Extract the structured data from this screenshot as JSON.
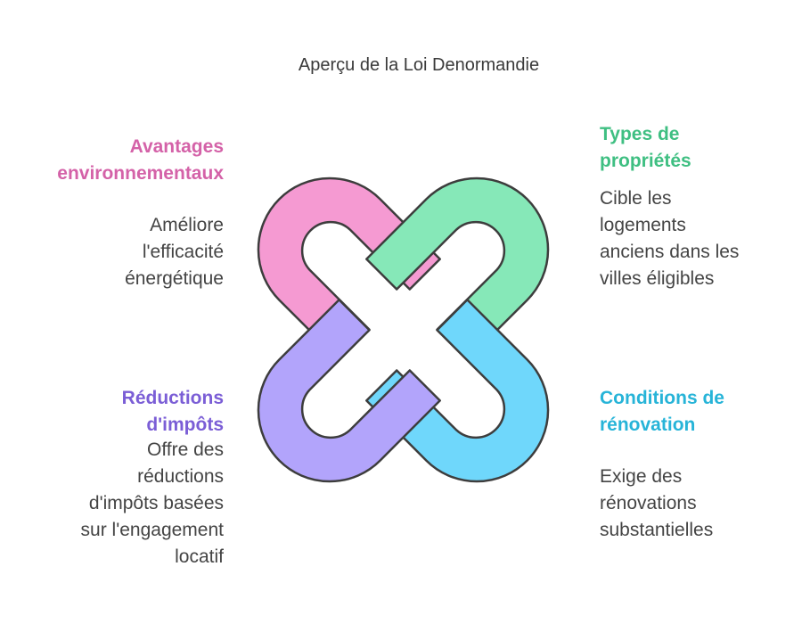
{
  "title": "Aperçu de la Loi Denormandie",
  "colors": {
    "pink": "#f59ad2",
    "green": "#86e8b8",
    "purple": "#b2a4fb",
    "blue": "#6fd7fb",
    "outline": "#3d3d3d",
    "pink_text": "#d462a8",
    "green_text": "#3fbf82",
    "purple_text": "#7b5ed6",
    "blue_text": "#27b4d8"
  },
  "sections": {
    "env": {
      "heading": "Avantages\nenvironnementaux",
      "body": "Améliore\nl'efficacité\nénergétique",
      "color_name": "pink"
    },
    "types": {
      "heading": "Types de\npropriétés",
      "body": "Cible les\nlogements\nanciens dans les\nvilles éligibles",
      "color_name": "green"
    },
    "tax": {
      "heading": "Réductions\nd'impôts",
      "body": "Offre des\nréductions\nd'impôts basées\nsur l'engagement\nlocatif",
      "color_name": "purple"
    },
    "reno": {
      "heading": "Conditions de\nrénovation",
      "body": "Exige des\nrénovations\nsubstantielles",
      "color_name": "blue"
    }
  }
}
